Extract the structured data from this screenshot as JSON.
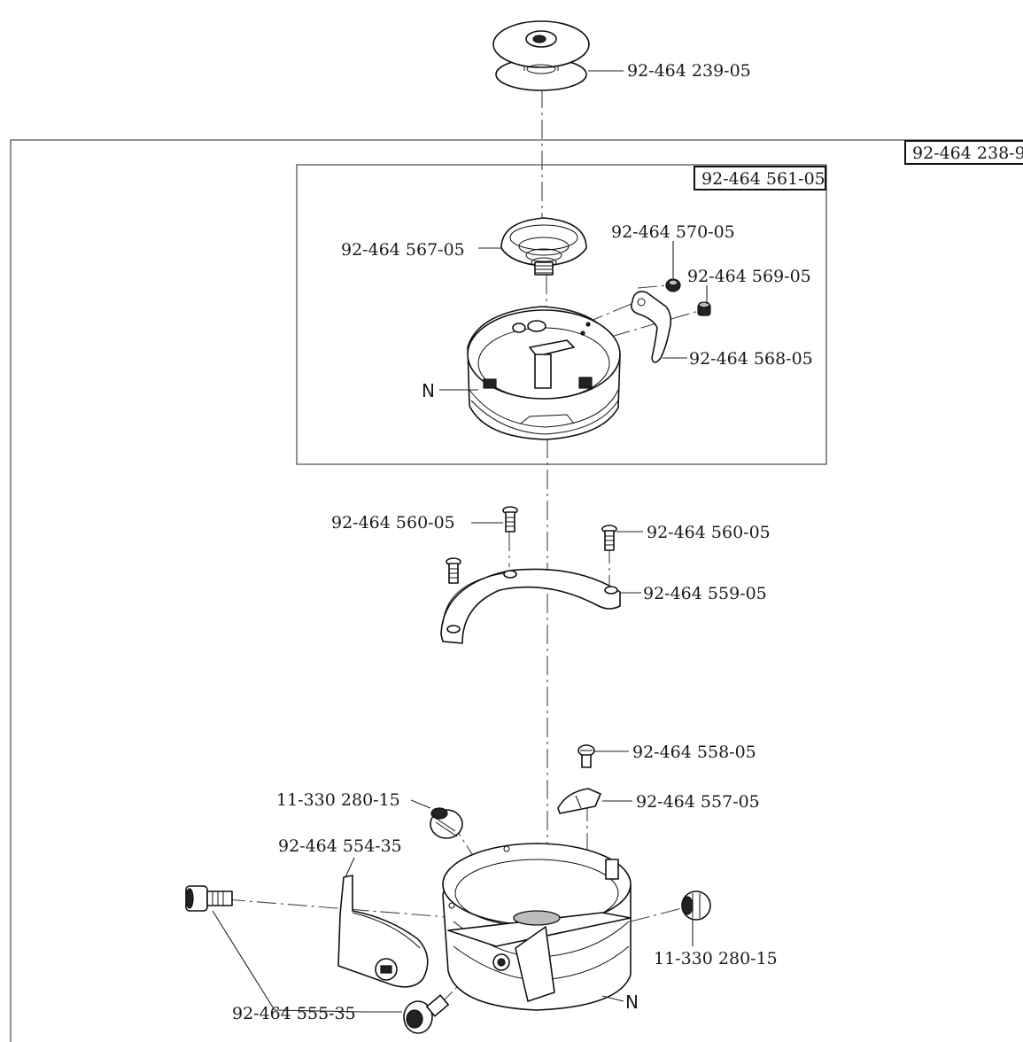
{
  "assembly": {
    "number": "92-464 238-9",
    "sub_assembly": {
      "number": "92-464 561-05"
    }
  },
  "callouts": {
    "bobbin": "92-464 239-05",
    "bobbin_case_cap": "92-464 567-05",
    "screw_570": "92-464 570-05",
    "screw_569": "92-464 569-05",
    "spring_568": "92-464 568-05",
    "n_upper": "N",
    "screw_560_left": "92-464 560-05",
    "screw_560_right": "92-464 560-05",
    "gib_559": "92-464 559-05",
    "screw_558": "92-464 558-05",
    "guard_557": "92-464 557-05",
    "set_screw_top": "11-330 280-15",
    "plate_554": "92-464 554-35",
    "set_screw_right": "11-330 280-15",
    "screw_555": "92-464 555-35",
    "n_lower": "N"
  },
  "colors": {
    "line": "#111111",
    "shade": "#bdbdbd",
    "background": "#ffffff"
  }
}
